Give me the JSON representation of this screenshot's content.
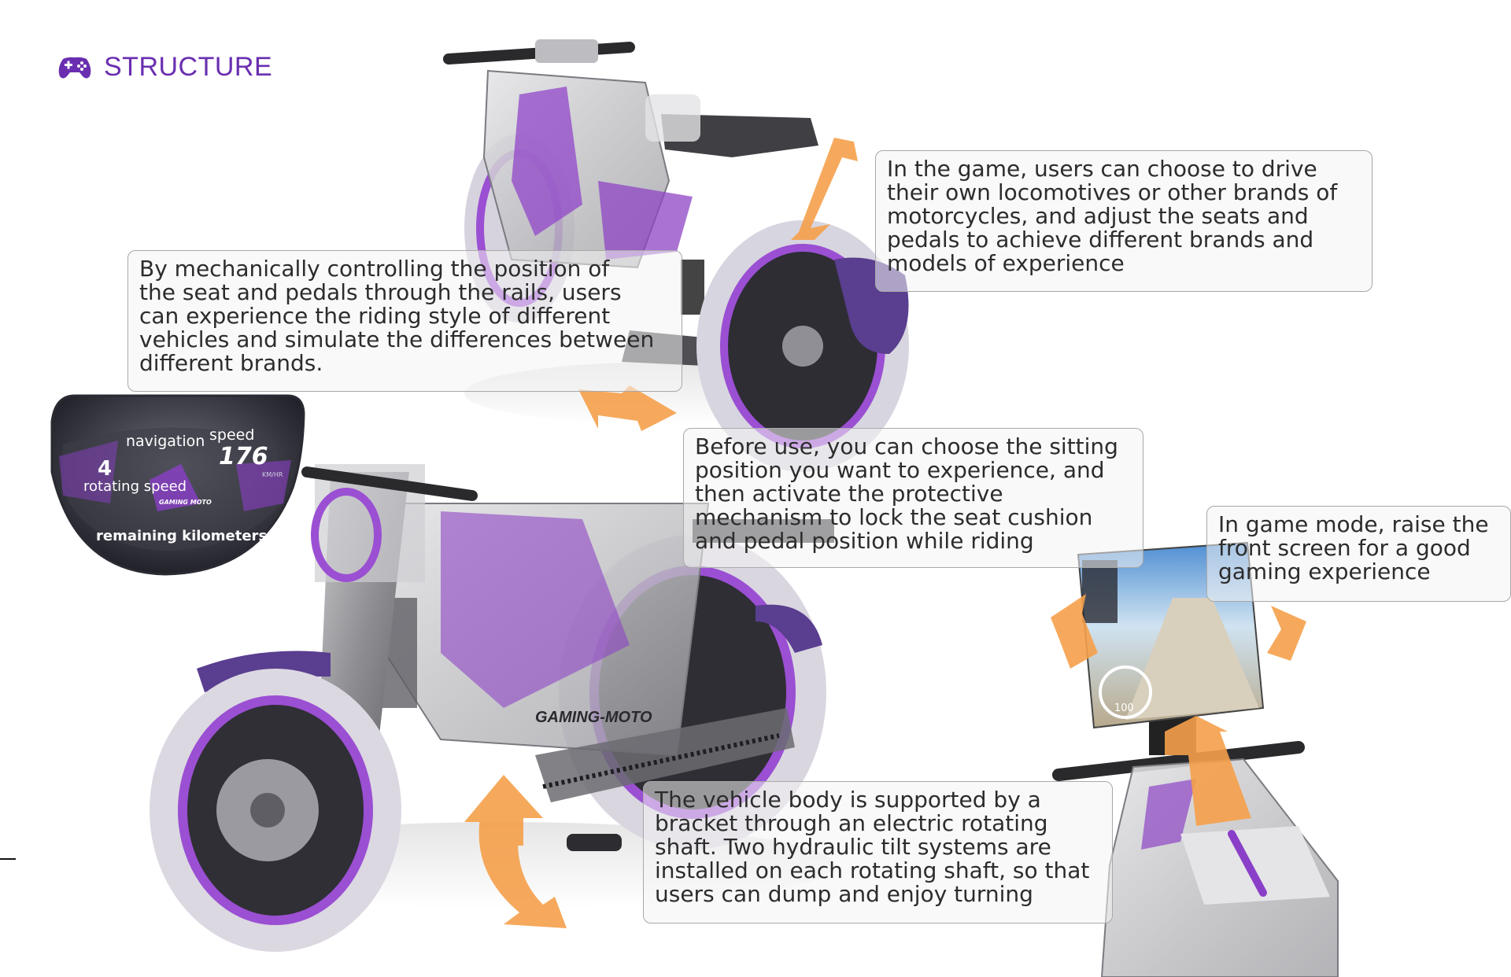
{
  "header": {
    "title": "STRUCTURE",
    "icon": "gamepad-icon",
    "accent_color": "#6a2fb0"
  },
  "callouts": {
    "game_choice": "In the game, users can choose to drive\ntheir own locomotives or other brands of\nmotorcycles, and adjust the seats and\npedals to achieve different brands and\nmodels of experience",
    "rails": "By mechanically controlling the position of\nthe seat and pedals through the rails, users\ncan experience the riding style of different\nvehicles and simulate the differences between\ndifferent brands.",
    "before_use": "Before use, you can choose the sitting\nposition you want to experience, and\nthen activate the protective\nmechanism to lock the seat cushion\nand pedal position while riding",
    "game_mode": "In game mode, raise the\nfront screen for a good\ngaming experience",
    "rotating_shaft": "The vehicle body is supported by a\nbracket through an electric rotating\nshaft. Two hydraulic tilt systems are\ninstalled on each rotating shaft, so that\nusers can dump and enjoy turning"
  },
  "dashboard": {
    "navigation": "navigation",
    "speed": "speed",
    "speed_value": "176",
    "gear_value": "4",
    "rotating_speed": "rotating speed",
    "remaining_kilometers": "remaining kilometers",
    "brand": "GAMING MOTO",
    "unit": "KM/HR"
  },
  "vehicle": {
    "body_brand": "GAMING-MOTO",
    "accent_purple": "#8a3fc8",
    "arrow_orange": "#f5a04a"
  },
  "screen": {
    "speed_readout": "100"
  }
}
